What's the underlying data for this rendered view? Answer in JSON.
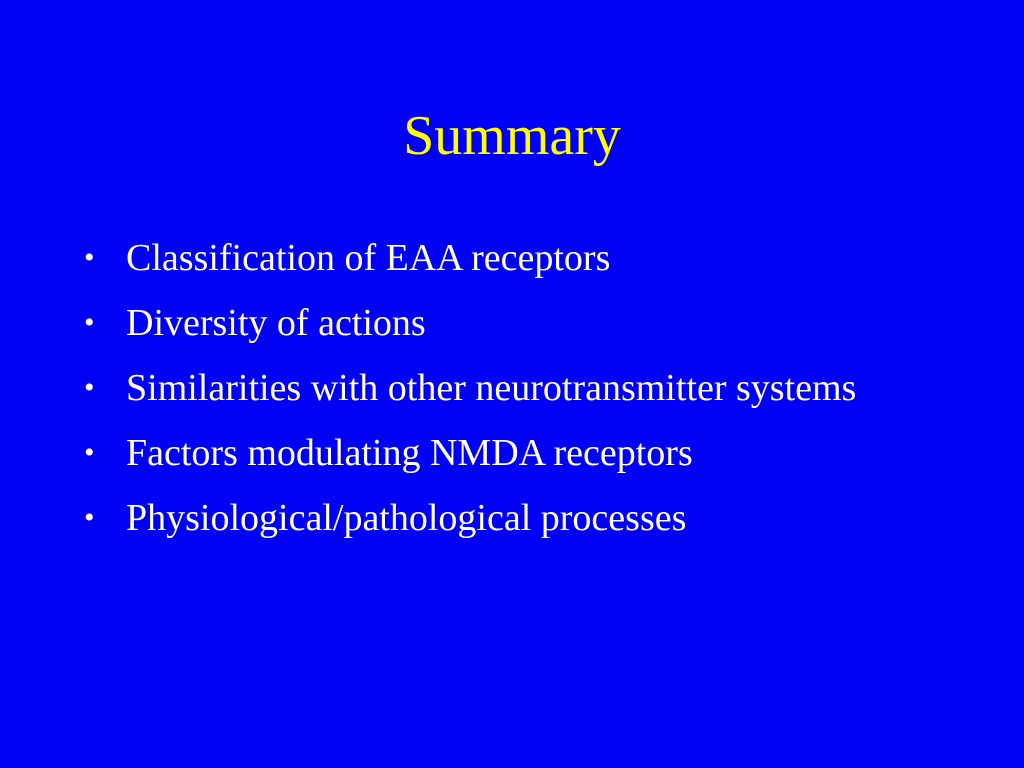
{
  "slide": {
    "title": "Summary",
    "bullets": [
      "Classification of EAA receptors",
      "Diversity of actions",
      "Similarities with other neurotransmitter systems",
      "Factors modulating NMDA receptors",
      "Physiological/pathological processes"
    ],
    "bullet_glyph": "•",
    "colors": {
      "background": "#0000f5",
      "title": "#ffff00",
      "text": "#ffffff"
    }
  }
}
